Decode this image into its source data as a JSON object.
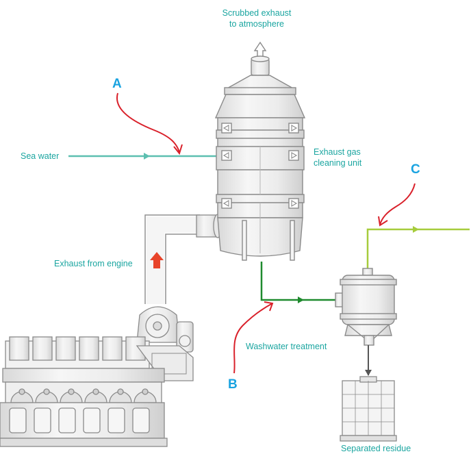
{
  "labels": {
    "scrubbed_line1": "Scrubbed exhaust",
    "scrubbed_line2": "to atmosphere",
    "sea_water": "Sea water",
    "egcu_line1": "Exhaust gas",
    "egcu_line2": "cleaning unit",
    "exhaust_from_engine": "Exhaust from engine",
    "washwater_treatment": "Washwater treatment",
    "separated_residue": "Separated residue"
  },
  "markers": {
    "a": "A",
    "b": "B",
    "c": "C"
  },
  "colors": {
    "sea_water_line": "#5cbfb0",
    "washwater_line": "#1f8a2e",
    "discharge_line": "#a6cc3c",
    "exhaust_arrow": "#e8442a",
    "annotation_arrow": "#d9202a",
    "marker_text": "#1aa3e0",
    "label_text": "#1aa5a0",
    "equipment_stroke": "#8a8a8a",
    "equipment_fill": "#eeeeee"
  }
}
